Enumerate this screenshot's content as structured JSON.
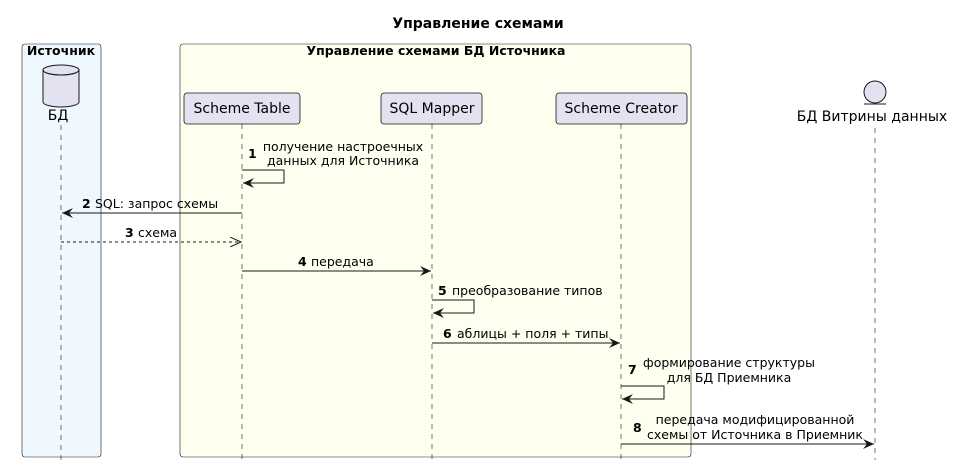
{
  "title": "Управление схемами",
  "boxes": {
    "source": "Источник",
    "schema_mgmt": "Управление схемами БД Источника"
  },
  "participants": {
    "db": "БД",
    "scheme_table": "Scheme Table",
    "sql_mapper": "SQL Mapper",
    "scheme_creator": "Scheme Creator",
    "showcase_db": "БД Витрины данных"
  },
  "messages": [
    {
      "num": "1",
      "lines": [
        "получение настроечных",
        "данных для Источника"
      ]
    },
    {
      "num": "2",
      "lines": [
        "SQL: запрос схемы"
      ]
    },
    {
      "num": "3",
      "lines": [
        "схема"
      ]
    },
    {
      "num": "4",
      "lines": [
        "передача"
      ]
    },
    {
      "num": "5",
      "lines": [
        "преобразование типов"
      ]
    },
    {
      "num": "6",
      "lines": [
        "аблицы + поля + типы"
      ]
    },
    {
      "num": "7",
      "lines": [
        "формирование структуры",
        "для БД Приемника"
      ]
    },
    {
      "num": "8",
      "lines": [
        "передача модифицированной",
        "схемы от Источника в Приемник"
      ]
    }
  ],
  "colors": {
    "source_box": "#F0F8FF",
    "mgmt_box": "#FFFFF0",
    "participant": "#E2E2F0",
    "line": "#181818"
  }
}
